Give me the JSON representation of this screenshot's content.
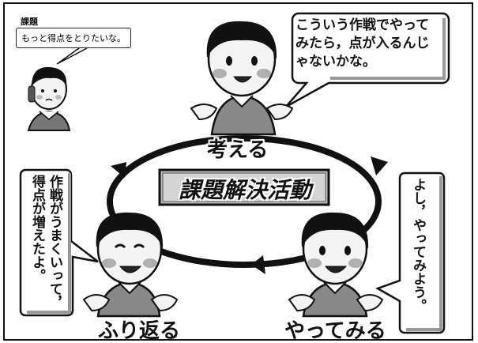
{
  "theme": {
    "label": "課題",
    "problem_bubble": "もっと得点をとりたいな。"
  },
  "think": {
    "speech": "こういう作戦でやってみたら，点が入るんじゃないかな。",
    "caption": "考える"
  },
  "center": {
    "title": "課題解決活動"
  },
  "do": {
    "speech": "よし，やってみよう。",
    "caption": "やってみる"
  },
  "reflect": {
    "speech": "作戦がうまくいって，得点が増えたよ。",
    "caption": "ふり返る"
  },
  "colors": {
    "ink": "#111111",
    "cheek": "#b0b0b0",
    "face": "#f4f4f4",
    "shirt": "#8a8a8a"
  }
}
